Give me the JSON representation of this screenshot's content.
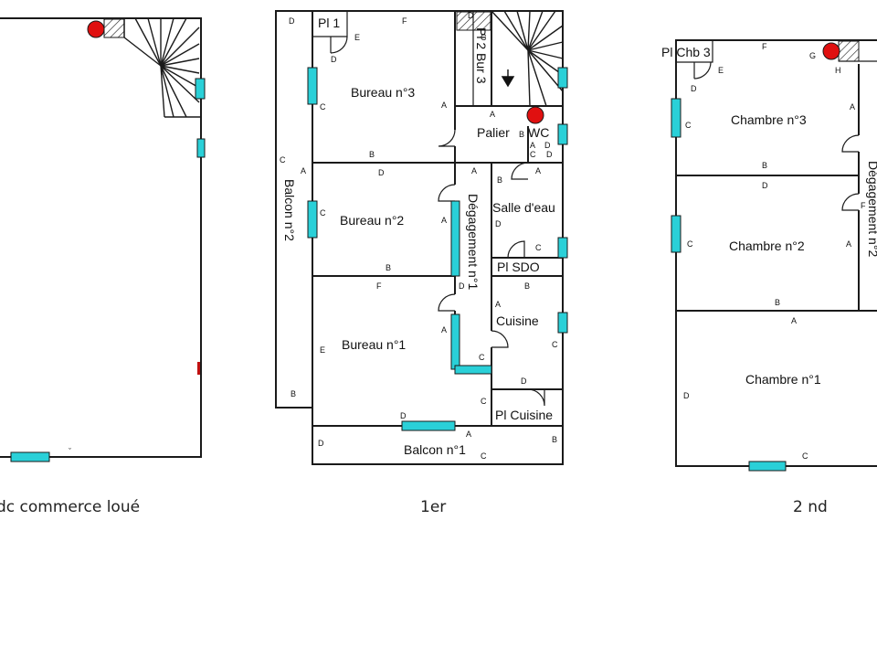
{
  "captions": {
    "ground": "dc commerce loué",
    "first": "1er",
    "second": "2 nd"
  },
  "floor1": {
    "pl1": "Pl 1",
    "bureau3": "Bureau n°3",
    "bureau2": "Bureau n°2",
    "bureau1": "Bureau n°1",
    "balcon2": "Balcon n°2",
    "balcon1": "Balcon n°1",
    "plbur3": "Pl 2 Bur 3",
    "palier": "Palier",
    "wc": "WC",
    "degagement1": "Dégagement n°1",
    "salle_deau": "Salle d'eau",
    "plsdo": "Pl SDO",
    "cuisine": "Cuisine",
    "plcuisine": "Pl Cuisine"
  },
  "floor2": {
    "plchb3": "Pl Chb 3",
    "chambre3": "Chambre n°3",
    "chambre2": "Chambre n°2",
    "chambre1": "Chambre n°1",
    "degagement2": "Dégagement n°2"
  },
  "wall_letters": {
    "a": "A",
    "b": "B",
    "c": "C",
    "d": "D",
    "e": "E",
    "f": "F",
    "g": "G",
    "h": "H"
  },
  "colors": {
    "window": "#2ad0d8",
    "smoke_detector": "#e01010",
    "wall": "#1a1a1a"
  }
}
